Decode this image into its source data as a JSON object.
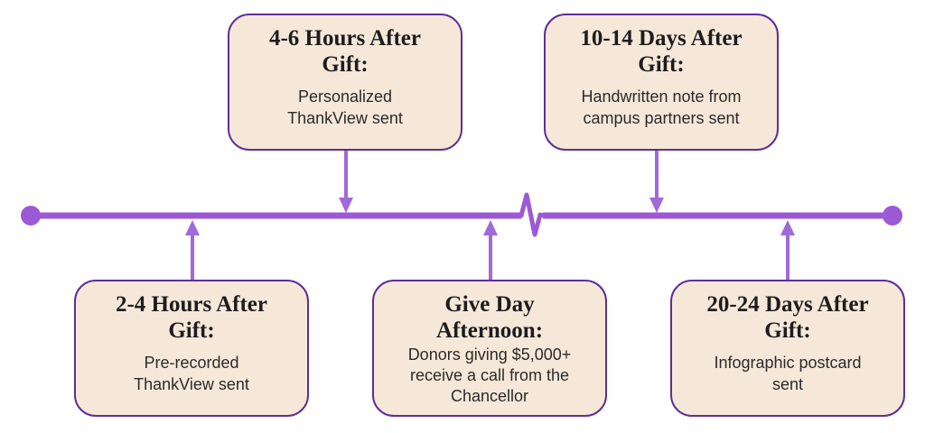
{
  "diagram_type": "timeline",
  "colors": {
    "timeline_purple": "#9c59d6",
    "arrow_purple": "#a169da",
    "box_border": "#5e2f96",
    "box_fill": "#f5e8d8",
    "title_text": "#1d1d1f",
    "body_text": "#2b2b2b"
  },
  "icons": {
    "timeline_break": "pulse-break",
    "endpoints": "filled-circle"
  },
  "events": [
    {
      "position": "below",
      "title": "2-4 Hours After\nGift:",
      "description": "Pre-recorded\nThankView sent"
    },
    {
      "position": "above",
      "title": "4-6 Hours After\nGift:",
      "description": "Personalized\nThankView sent"
    },
    {
      "position": "below",
      "title": "Give Day\nAfternoon:",
      "description": "Donors giving $5,000+\nreceive a call from the\nChancellor"
    },
    {
      "position": "above",
      "title": "10-14 Days After\nGift:",
      "description": "Handwritten note from\ncampus partners sent"
    },
    {
      "position": "below",
      "title": "20-24 Days After\nGift:",
      "description": "Infographic postcard\nsent"
    }
  ]
}
